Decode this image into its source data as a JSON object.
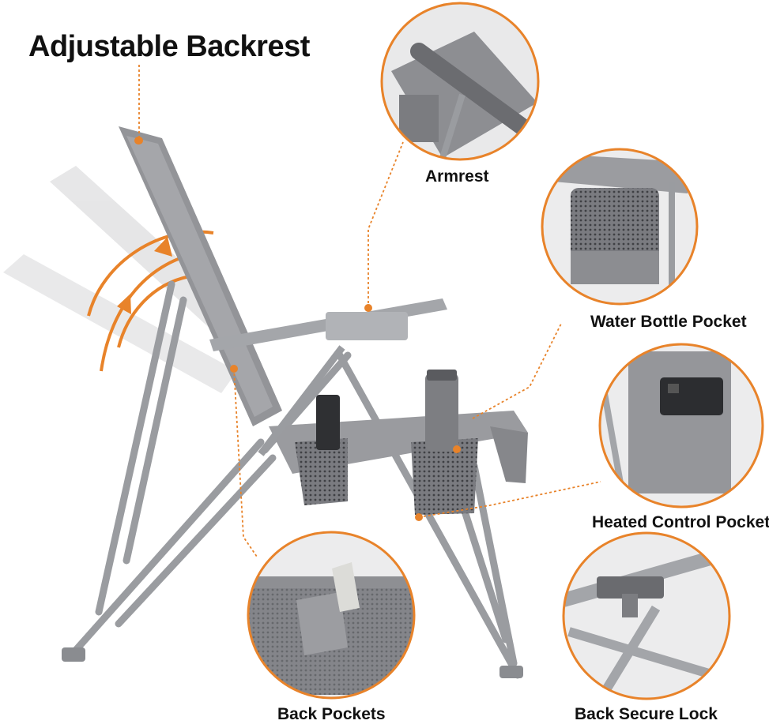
{
  "title": "Adjustable Backrest",
  "callouts": {
    "armrest": "Armrest",
    "water_bottle_pocket": "Water Bottle Pocket",
    "heated_control_pocket": "Heated Control Pocket",
    "back_pockets": "Back Pockets",
    "back_secure_lock": "Back Secure Lock"
  },
  "colors": {
    "accent_orange": "#E8832A",
    "chair_gray": "#8E8F93",
    "frame_gray": "#A3A5A9",
    "mesh_gray": "#6F7074",
    "text": "#111111"
  }
}
